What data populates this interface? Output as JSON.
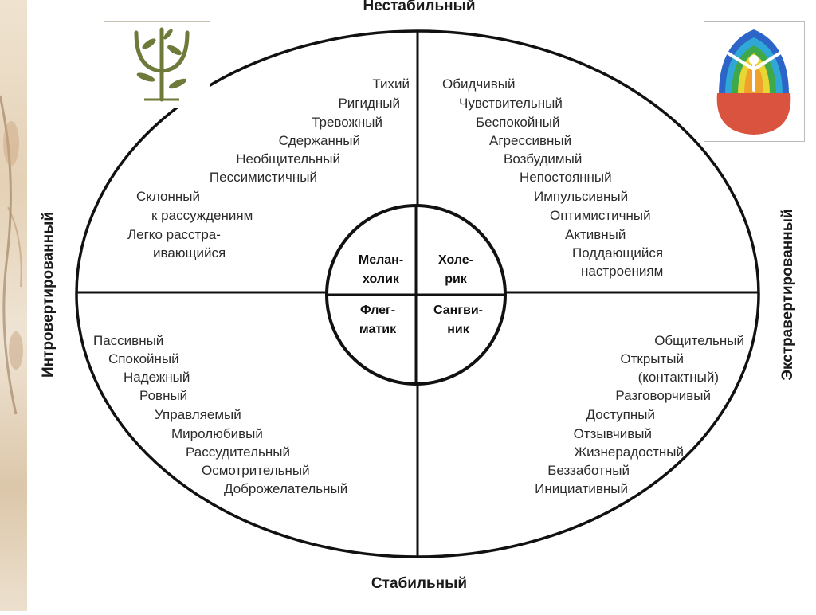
{
  "axes": {
    "top": "Нестабильный",
    "bottom": "Стабильный",
    "left": "Интровертированный",
    "right": "Экстравертированный"
  },
  "temperaments": {
    "melancholic": [
      "Мелан-",
      "холик"
    ],
    "choleric": [
      "Холе-",
      "рик"
    ],
    "phlegmatic": [
      "Флег-",
      "матик"
    ],
    "sanguine": [
      "Сангви-",
      "ник"
    ]
  },
  "quadrants": {
    "top_left": [
      "Тихий",
      "Ригидный",
      "Тревожный",
      "Сдержанный",
      "Необщительный",
      "Пессимистичный",
      "Склонный",
      "к рассуждениям",
      "Легко расстра-",
      "ивающийся"
    ],
    "top_right": [
      "Обидчивый",
      "Чувствительный",
      "Беспокойный",
      "Агрессивный",
      "Возбудимый",
      "Непостоянный",
      "Импульсивный",
      "Оптимистичный",
      "Активный",
      "Поддающийся",
      "настроениям"
    ],
    "bottom_left": [
      "Пассивный",
      "Спокойный",
      "Надежный",
      "Ровный",
      "Управляемый",
      "Миролюбивый",
      "Рассудительный",
      "Осмотрительный",
      "Доброжелательный"
    ],
    "bottom_right": [
      "Общительный",
      "Открытый",
      "(контактный)",
      "Разговорчивый",
      "Доступный",
      "Отзывчивый",
      "Жизнерадостный",
      "Беззаботный",
      "Инициативный"
    ]
  },
  "colors": {
    "line": "#111111",
    "text": "#2b2b2b",
    "logo_green": "#6d7a3a",
    "doll_red": "#d9533f",
    "rainbow": [
      "#2c64c8",
      "#2fa8d8",
      "#3fa84a",
      "#e8d634",
      "#f0a12c",
      "#e5452e"
    ]
  },
  "logos": {
    "left": "psi-logo-icon",
    "right": "matryoshka-logo-icon"
  }
}
